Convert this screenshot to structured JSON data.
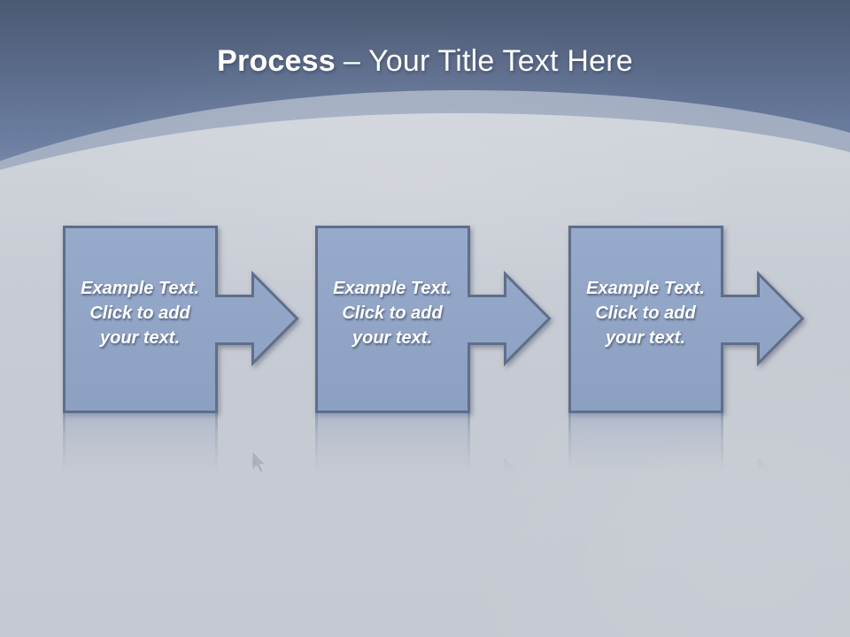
{
  "slide": {
    "title": {
      "primary": "Process",
      "secondary": "– Your Title Text Here"
    }
  },
  "steps": [
    {
      "lines": [
        "Example Text.",
        "Click to add",
        "your text."
      ]
    },
    {
      "lines": [
        "Example Text.",
        "Click to add",
        "your text."
      ]
    },
    {
      "lines": [
        "Example Text.",
        "Click to add",
        "your text."
      ]
    }
  ],
  "colors": {
    "header_gradient_top": "#4c5972",
    "header_gradient_bottom": "#7487aa",
    "arc_band": "#adb6c8",
    "canvas_gray": "#c7cbd3",
    "shape_fill": "#92a5c5",
    "shape_border": "#5e6e8b",
    "title_text": "#ffffff",
    "step_text": "#ffffff"
  }
}
